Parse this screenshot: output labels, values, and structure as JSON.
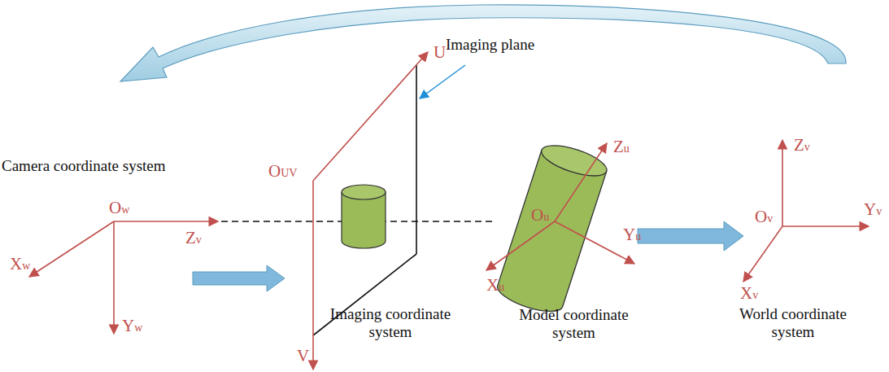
{
  "diagram": {
    "labels": [
      "Camera coordinate system",
      "Ow",
      "Xw",
      "Yw",
      "Zv",
      "OUV",
      "U",
      "V",
      "Imaging plane",
      "Imaging coordinate system",
      "Zu",
      "Ou",
      "Xu",
      "Yu",
      "Model coordinate system",
      "Zv",
      "Yv",
      "Ov",
      "Xv",
      "World coordinate system"
    ]
  }
}
